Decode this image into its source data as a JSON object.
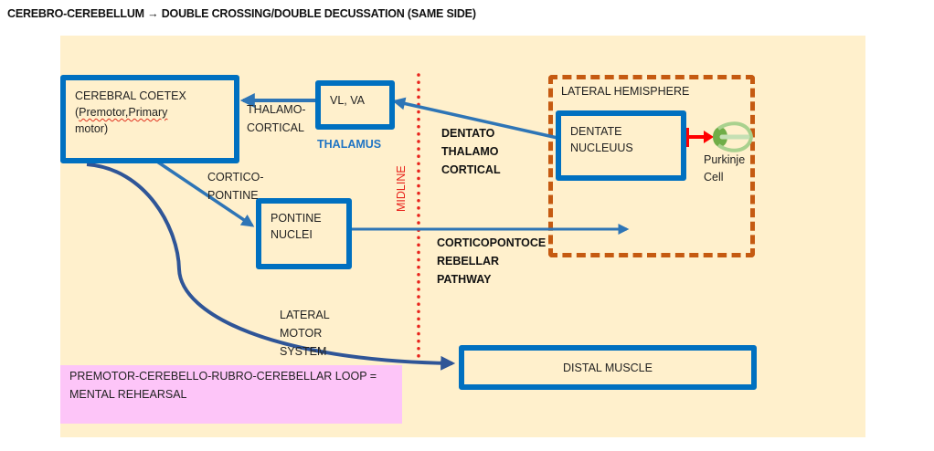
{
  "title": "CEREBRO-CEREBELLUM → DOUBLE CROSSING/DOUBLE DECUSSATION (SAME SIDE)",
  "colors": {
    "panel_bg": "#fff0cc",
    "box_border": "#0070c0",
    "arrow": "#2e75b6",
    "curve": "#2f5597",
    "midline": "#e8231c",
    "lateral_hemisphere_border": "#c55a11",
    "note_bg": "#fdc5f8",
    "inhibit_arrow": "#ff0000",
    "purkinje": "#70ad47"
  },
  "nodes": {
    "cerebral_cortex": {
      "line1": "CEREBRAL COETEX",
      "line2a": "(",
      "line2b": "Premotor,Primary",
      "line3": "motor)"
    },
    "thalamus_box": {
      "label": "VL, VA",
      "caption": "THALAMUS"
    },
    "pontine_nuclei": {
      "line1": "PONTINE",
      "line2": "NUCLEI"
    },
    "dentate_nucleus": {
      "line1": "DENTATE",
      "line2": "NUCLEUUS"
    },
    "distal_muscle": {
      "label": "DISTAL MUSCLE"
    },
    "lateral_hemisphere": {
      "label": "LATERAL HEMISPHERE"
    },
    "purkinje_cell": {
      "line1": "Purkinje",
      "line2": "Cell",
      "icon": "purkinje-cell-icon"
    }
  },
  "edge_labels": {
    "thalamocortical": {
      "line1": "THALAMO-",
      "line2": "CORTICAL"
    },
    "corticopontine": {
      "line1": "CORTICO-",
      "line2": "PONTINE"
    },
    "dentatothalamocortical": {
      "line1": "DENTATO",
      "line2": "THALAMO",
      "line3": "CORTICAL"
    },
    "corticopontocerebellar": {
      "line1": "CORTICOPONTOCE",
      "line2": "REBELLAR",
      "line3": "PATHWAY"
    },
    "lateral_motor_system": {
      "line1": "LATERAL",
      "line2": "MOTOR",
      "line3": "SYSTEM"
    }
  },
  "midline_label": "MIDLINE",
  "note": {
    "line1": "PREMOTOR-CEREBELLO-RUBRO-CEREBELLAR  LOOP =",
    "line2": "MENTAL REHEARSAL"
  }
}
